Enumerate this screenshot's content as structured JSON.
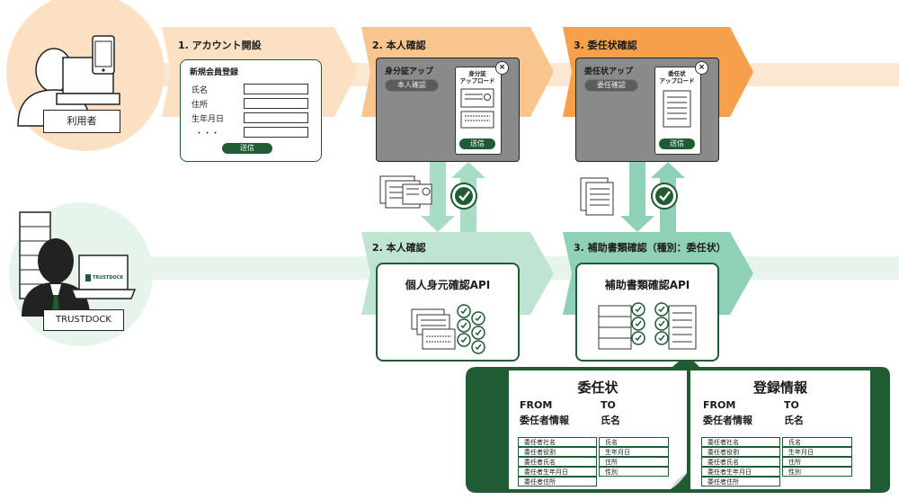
{
  "user_label": "利用者",
  "trustdock_label": "TRUSTDOCK",
  "laptop_brand": "TRUSTDOCK",
  "steps_top": [
    {
      "title": "1. アカウント開設"
    },
    {
      "title": "2. 本人確認"
    },
    {
      "title": "3. 委任状確認"
    }
  ],
  "steps_bottom": [
    {
      "title": "2. 本人確認"
    },
    {
      "title": "3. 補助書類確認（種別：委任状）"
    }
  ],
  "signup_form": {
    "title": "新規会員登録",
    "fields": [
      "氏名",
      "住所",
      "生年月日",
      "・・・"
    ],
    "submit": "送信"
  },
  "id_upload": {
    "title": "身分証アップ",
    "button": "本人確認",
    "phone_title": "身分証\nアップロード",
    "phone_button": "送信",
    "close": "×"
  },
  "proxy_upload": {
    "title": "委任状アップ",
    "button": "委任確認",
    "phone_title": "委任状\nアップロード",
    "phone_button": "送信",
    "close": "×"
  },
  "api_identity": "個人身元確認API",
  "api_docs": "補助書類確認API",
  "detail": {
    "left": {
      "title": "委任状",
      "from_label": "FROM",
      "from_sub": "委任者情報",
      "to_label": "TO",
      "to_sub": "氏名",
      "from_fields": [
        "委任者社名",
        "委任者役割",
        "委任者氏名",
        "委任者生年月日",
        "委任者住所"
      ],
      "to_fields": [
        "氏名",
        "生年月日",
        "住所",
        "性別"
      ]
    },
    "right": {
      "title": "登録情報",
      "from_label": "FROM",
      "from_sub": "委任者情報",
      "to_label": "TO",
      "to_sub": "氏名",
      "from_fields": [
        "委任者社名",
        "委任者役割",
        "委任者氏名",
        "委任者生年月日",
        "委任者住所"
      ],
      "to_fields": [
        "氏名",
        "生年月日",
        "住所",
        "性別"
      ]
    }
  },
  "colors": {
    "orange_light": "#fbe0c3",
    "orange_mid": "#f8c58f",
    "orange_dark": "#f6a04c",
    "green_light": "#bfe4d3",
    "green_mid": "#8ed1b7",
    "green_dark": "#1f5c34",
    "device_gray": "#8a8a8a"
  }
}
